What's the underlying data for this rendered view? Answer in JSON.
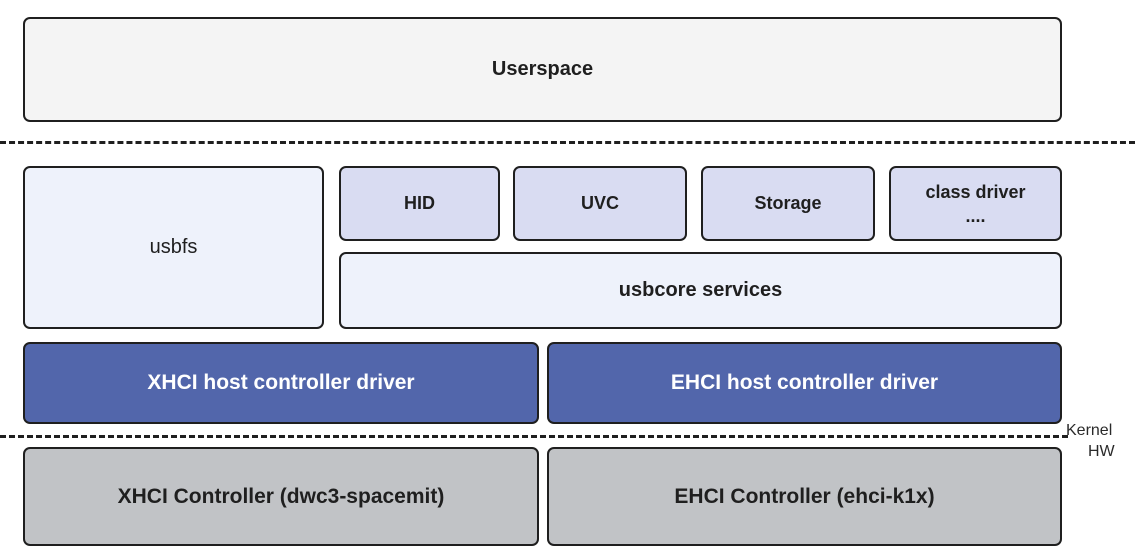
{
  "userspace": {
    "label": "Userspace"
  },
  "usbfs": {
    "label": "usbfs"
  },
  "class_drivers": [
    {
      "label": "HID"
    },
    {
      "label": "UVC"
    },
    {
      "label": "Storage"
    },
    {
      "label": "class driver",
      "sublabel": "...."
    }
  ],
  "usbcore": {
    "label": "usbcore services"
  },
  "host_drivers": [
    {
      "label": "XHCI host controller driver"
    },
    {
      "label": "EHCI host controller driver"
    }
  ],
  "hardware": [
    {
      "label": "XHCI Controller (dwc3-spacemit)"
    },
    {
      "label": "EHCI Controller (ehci-k1x)"
    }
  ],
  "layer_labels": {
    "kernel": "Kernel",
    "hw": "HW"
  },
  "colors": {
    "userspace_fill": "#f4f4f4",
    "usbfs_fill": "#eef2fb",
    "class_driver_fill": "#d9dcf2",
    "host_driver_fill": "#5266ab",
    "hardware_fill": "#c1c3c6"
  }
}
